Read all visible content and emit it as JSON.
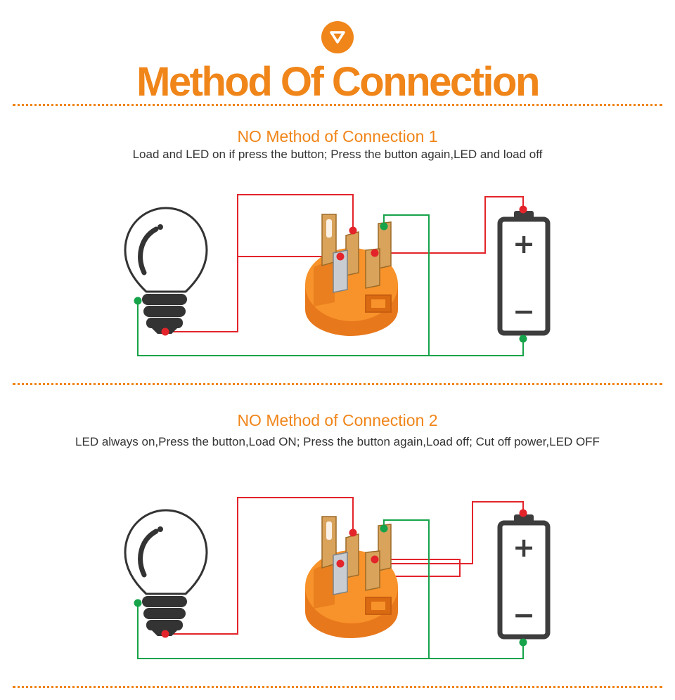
{
  "header": {
    "badge_icon": "chevron-down-icon",
    "title": "Method Of Connection"
  },
  "colors": {
    "accent": "#f08519",
    "wire_red": "#e3242b",
    "wire_green": "#16a34a",
    "text": "#333333",
    "battery": "#3d3d3d"
  },
  "sections": [
    {
      "title": "NO  Method of Connection 1",
      "description": "Load and LED on if press the button;  Press the button again,LED and load off",
      "battery_plus": "+",
      "battery_minus": "−"
    },
    {
      "title": "NO  Method of Connection 2",
      "description": "LED always on,Press the button,Load ON;  Press the button again,Load off;   Cut off power,LED OFF",
      "battery_plus": "+",
      "battery_minus": "−"
    }
  ]
}
